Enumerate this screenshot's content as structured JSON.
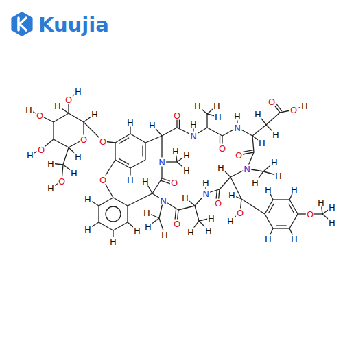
{
  "diagram": {
    "labels": [
      "Kuujia",
      "O",
      "O",
      "H",
      "H",
      "O",
      "H",
      "O",
      "H",
      "H",
      "H",
      "H",
      "H",
      "O",
      "H",
      "O",
      "H",
      "H",
      "O",
      "H",
      "O",
      "N",
      "H",
      "H",
      "H",
      "H",
      "O",
      "N",
      "H",
      "H",
      "H",
      "H",
      "O",
      "O",
      "H",
      "O",
      "N",
      "H",
      "H",
      "H",
      "H",
      "H",
      "O",
      "H",
      "H",
      "H",
      "H",
      "H",
      "O",
      "H",
      "H",
      "H",
      "O",
      "N",
      "H",
      "H",
      "H",
      "H",
      "H",
      "O",
      "N",
      "H",
      "H",
      "H",
      "H",
      "O",
      "N",
      "H",
      "H",
      "H",
      "H",
      "H",
      "H",
      "H"
    ]
  }
}
